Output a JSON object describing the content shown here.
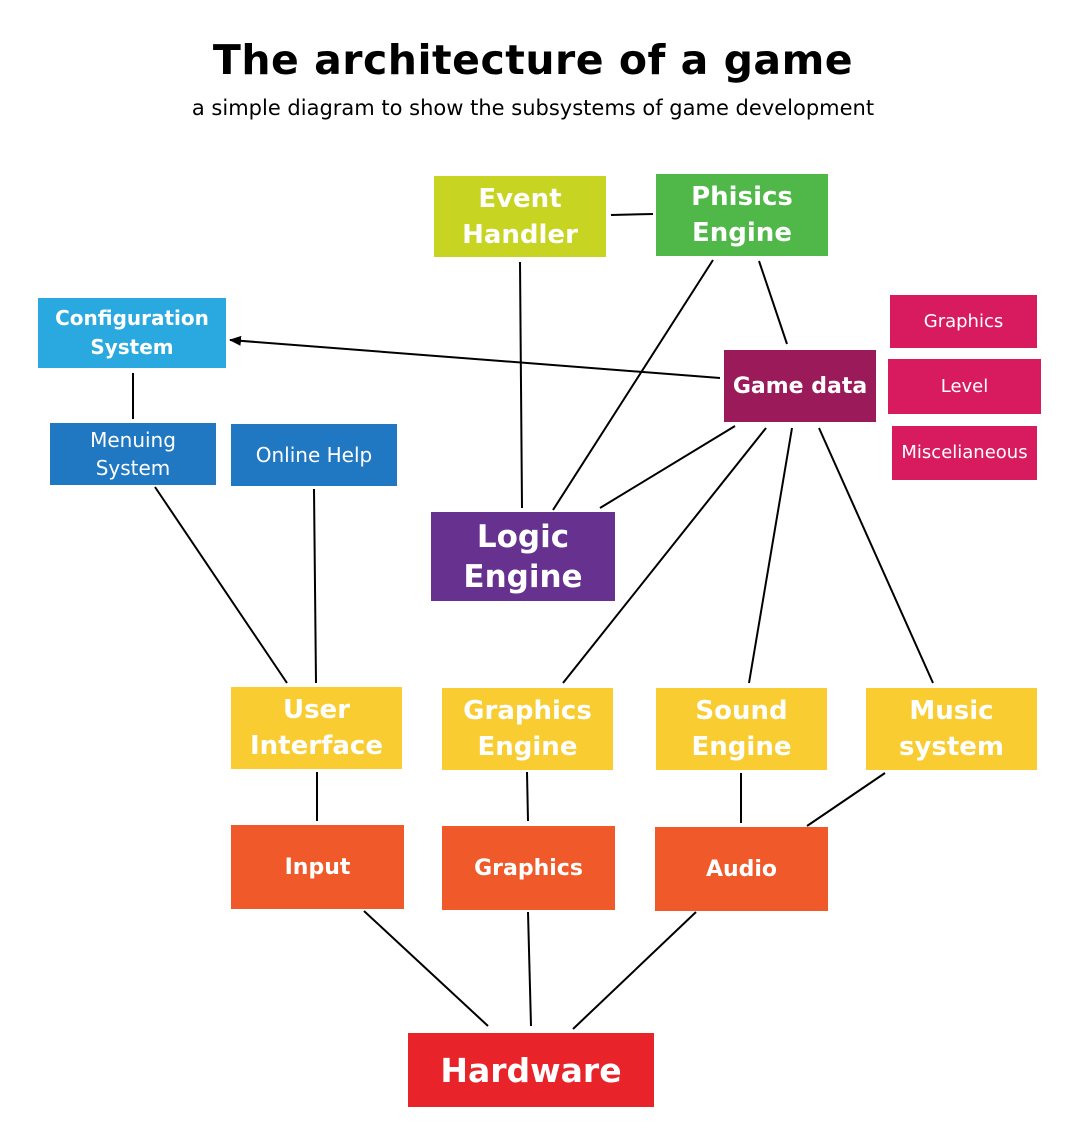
{
  "title": "The architecture of a game",
  "subtitle": "a simple diagram to show the subsystems of game development",
  "colors": {
    "event_handler": "#c7d421",
    "physics_engine": "#50b848",
    "configuration_system": "#29a9e0",
    "blue_box": "#1f78c1",
    "game_data": "#9b1b5a",
    "data_items": "#d81b5e",
    "logic_engine": "#66318f",
    "engines": "#f9cd32",
    "hardware_io": "#f05a2a",
    "hardware": "#e8232a",
    "connector": "#000000"
  },
  "nodes": {
    "event_handler": "Event\nHandler",
    "physics_engine": "Phisics\nEngine",
    "configuration_system": "Configuration\nSystem",
    "menuing_system": "Menuing\nSystem",
    "online_help": "Online Help",
    "game_data": "Game data",
    "data_graphics": "Graphics",
    "data_level": "Level",
    "data_misc": "Miscelianeous",
    "logic_engine": "Logic\nEngine",
    "user_interface": "User\nInterface",
    "graphics_engine": "Graphics\nEngine",
    "sound_engine": "Sound\nEngine",
    "music_system": "Music\nsystem",
    "input": "Input",
    "graphics": "Graphics",
    "audio": "Audio",
    "hardware": "Hardware"
  },
  "connections": [
    {
      "from": "event_handler",
      "to": "physics_engine",
      "arrow": false
    },
    {
      "from": "event_handler",
      "to": "logic_engine",
      "arrow": false
    },
    {
      "from": "physics_engine",
      "to": "logic_engine",
      "arrow": false
    },
    {
      "from": "physics_engine",
      "to": "game_data",
      "arrow": false
    },
    {
      "from": "game_data",
      "to": "configuration_system",
      "arrow": true
    },
    {
      "from": "game_data",
      "to": "logic_engine",
      "arrow": false
    },
    {
      "from": "game_data",
      "to": "graphics_engine",
      "arrow": false
    },
    {
      "from": "game_data",
      "to": "sound_engine",
      "arrow": false
    },
    {
      "from": "game_data",
      "to": "music_system",
      "arrow": false
    },
    {
      "from": "configuration_system",
      "to": "menuing_system",
      "arrow": false
    },
    {
      "from": "menuing_system",
      "to": "user_interface",
      "arrow": false
    },
    {
      "from": "online_help",
      "to": "user_interface",
      "arrow": false
    },
    {
      "from": "user_interface",
      "to": "input",
      "arrow": false
    },
    {
      "from": "graphics_engine",
      "to": "graphics",
      "arrow": false
    },
    {
      "from": "sound_engine",
      "to": "audio",
      "arrow": false
    },
    {
      "from": "music_system",
      "to": "audio",
      "arrow": false
    },
    {
      "from": "input",
      "to": "hardware",
      "arrow": false
    },
    {
      "from": "graphics",
      "to": "hardware",
      "arrow": false
    },
    {
      "from": "audio",
      "to": "hardware",
      "arrow": false
    }
  ]
}
